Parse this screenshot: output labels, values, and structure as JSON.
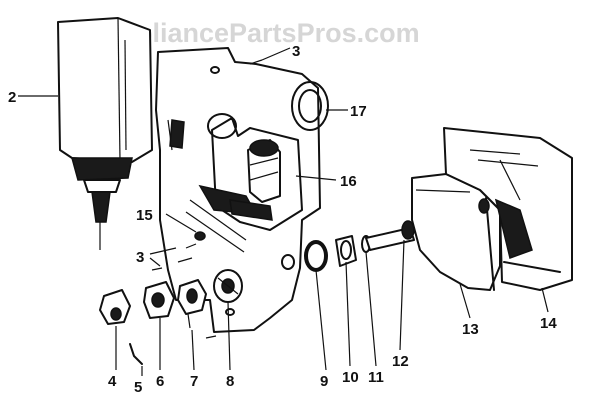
{
  "watermark": "AppliancePartsPros.com",
  "labels": {
    "l2": "2",
    "l3a": "3",
    "l3b": "3",
    "l4": "4",
    "l5": "5",
    "l6": "6",
    "l7": "7",
    "l8": "8",
    "l9": "9",
    "l10": "10",
    "l11": "11",
    "l12": "12",
    "l13": "13",
    "l14": "14",
    "l15": "15",
    "l16": "16",
    "l17": "17"
  }
}
